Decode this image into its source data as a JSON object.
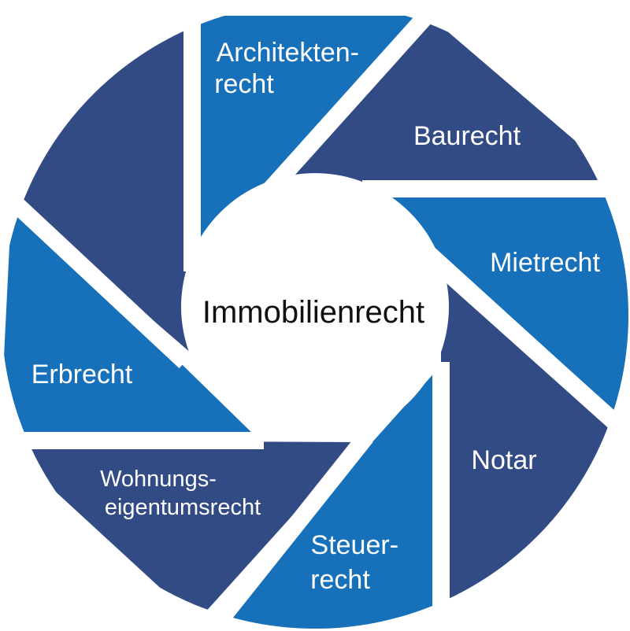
{
  "diagram": {
    "center_label": "Immobilienrecht",
    "colors": {
      "blue": "#1770ba",
      "navy": "#324b85",
      "text": "#ffffff",
      "center_text": "#111111"
    },
    "segments": [
      {
        "id": "architektenrecht",
        "lines": [
          "Architekten-",
          "recht"
        ],
        "color": "blue"
      },
      {
        "id": "baurecht",
        "lines": [
          "Baurecht"
        ],
        "color": "navy"
      },
      {
        "id": "mietrecht",
        "lines": [
          "Mietrecht"
        ],
        "color": "blue"
      },
      {
        "id": "notar",
        "lines": [
          "Notar"
        ],
        "color": "navy"
      },
      {
        "id": "steuerrecht",
        "lines": [
          "Steuer-",
          "recht"
        ],
        "color": "blue"
      },
      {
        "id": "wohnungseigentumsrecht",
        "lines": [
          "Wohnungs-",
          "eigentumsrecht"
        ],
        "color": "navy"
      },
      {
        "id": "erbrecht",
        "lines": [
          "Erbrecht"
        ],
        "color": "blue"
      },
      {
        "id": "unlabeled",
        "lines": [],
        "color": "navy"
      }
    ]
  }
}
